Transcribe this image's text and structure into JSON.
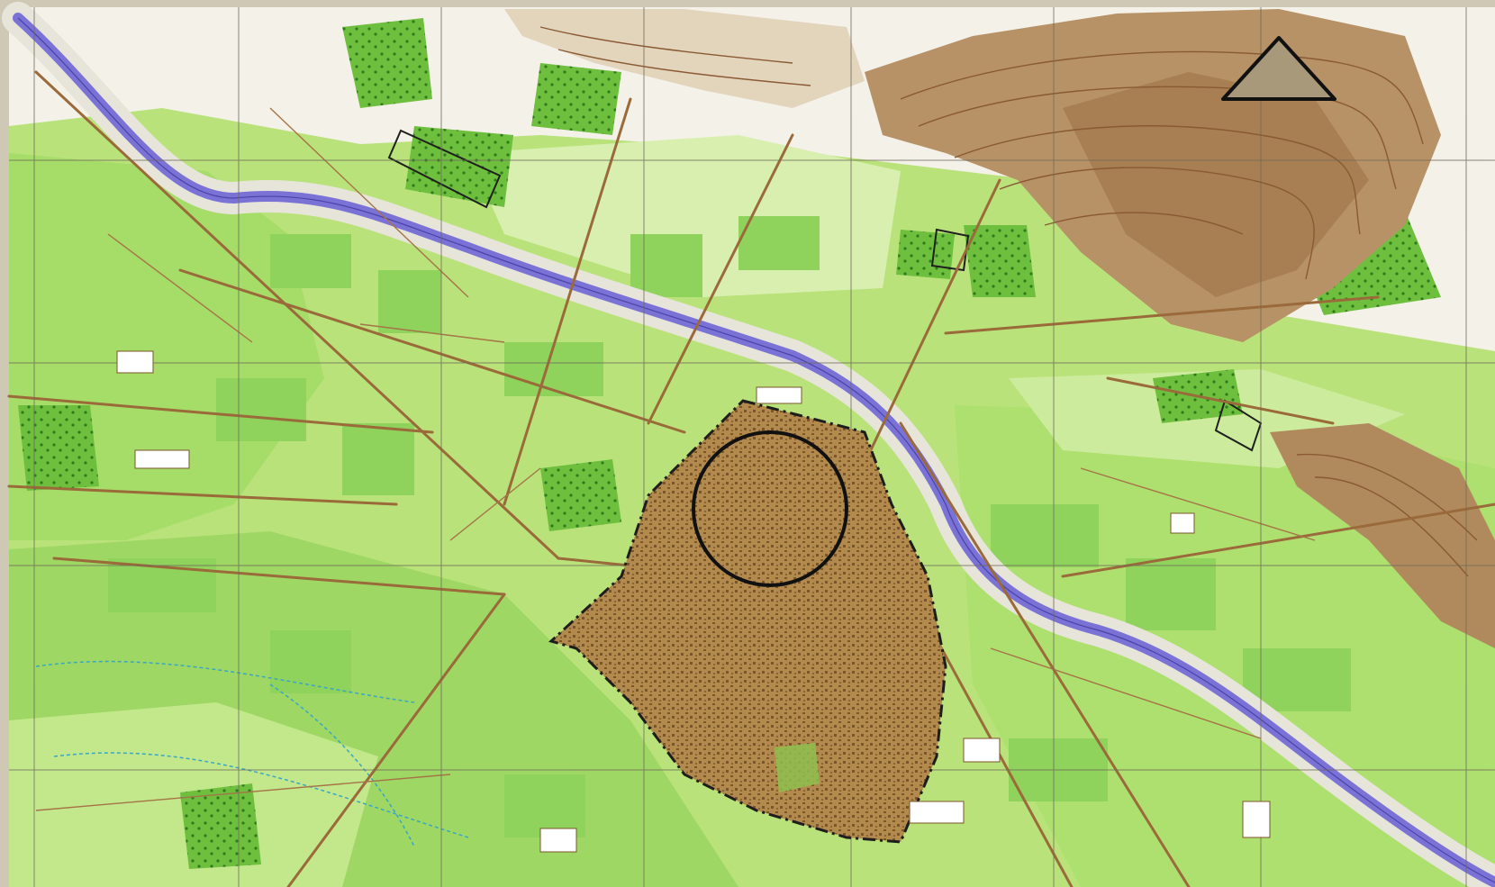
{
  "map": {
    "colors": {
      "frame": "#cfc8b4",
      "paper": "#f4f1e8",
      "farmland_light": "#b9e37a",
      "farmland_mid": "#8fd25c",
      "farmland_pale": "#d8efb0",
      "orchard": "#6fbf3f",
      "orchard_dot": "#2f7a1c",
      "river": "#7b72d6",
      "river_edge": "#4b43a8",
      "riverbed": "#e7e5d9",
      "road": "#9b6a3a",
      "grid": "#6f6a5a",
      "hills": "#b79266",
      "hills_dark": "#8a5a33",
      "urban_area": "#b38a4d",
      "urban_texture": "#7a5628",
      "boundary_line": "#1e1e1e",
      "marker": "#111111"
    },
    "features": [
      {
        "name": "river",
        "type": "river-channel"
      },
      {
        "name": "mountains",
        "type": "contour-relief"
      },
      {
        "name": "urban-area",
        "type": "built-up-area",
        "boundary": "dash-dot"
      },
      {
        "name": "farmland",
        "type": "agricultural-fields"
      },
      {
        "name": "orchards",
        "type": "orchard-plots"
      },
      {
        "name": "roads",
        "type": "road-network"
      }
    ],
    "markers": [
      {
        "name": "circle-marker",
        "type": "circle"
      },
      {
        "name": "triangle-marker",
        "type": "triangle",
        "fill": "#a9997b"
      }
    ]
  }
}
